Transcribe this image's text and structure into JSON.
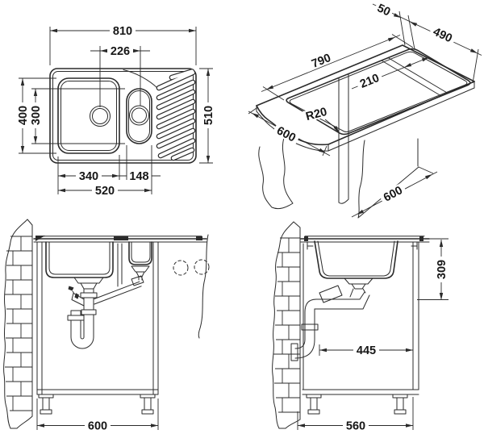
{
  "views": {
    "plan": {
      "dims": {
        "d810": "810",
        "d226": "226",
        "d400": "400",
        "d300": "300",
        "d510": "510",
        "d340": "340",
        "d148": "148",
        "d520": "520"
      }
    },
    "isometric": {
      "dims": {
        "d50": "50",
        "d490": "490",
        "d790": "790",
        "d210": "210",
        "r20": "R20",
        "d600_worktop": "600",
        "d600_cabinet": "600"
      }
    },
    "front": {
      "dims": {
        "d600": "600"
      }
    },
    "side": {
      "dims": {
        "d309": "309",
        "d445": "445",
        "d560": "560"
      }
    }
  }
}
